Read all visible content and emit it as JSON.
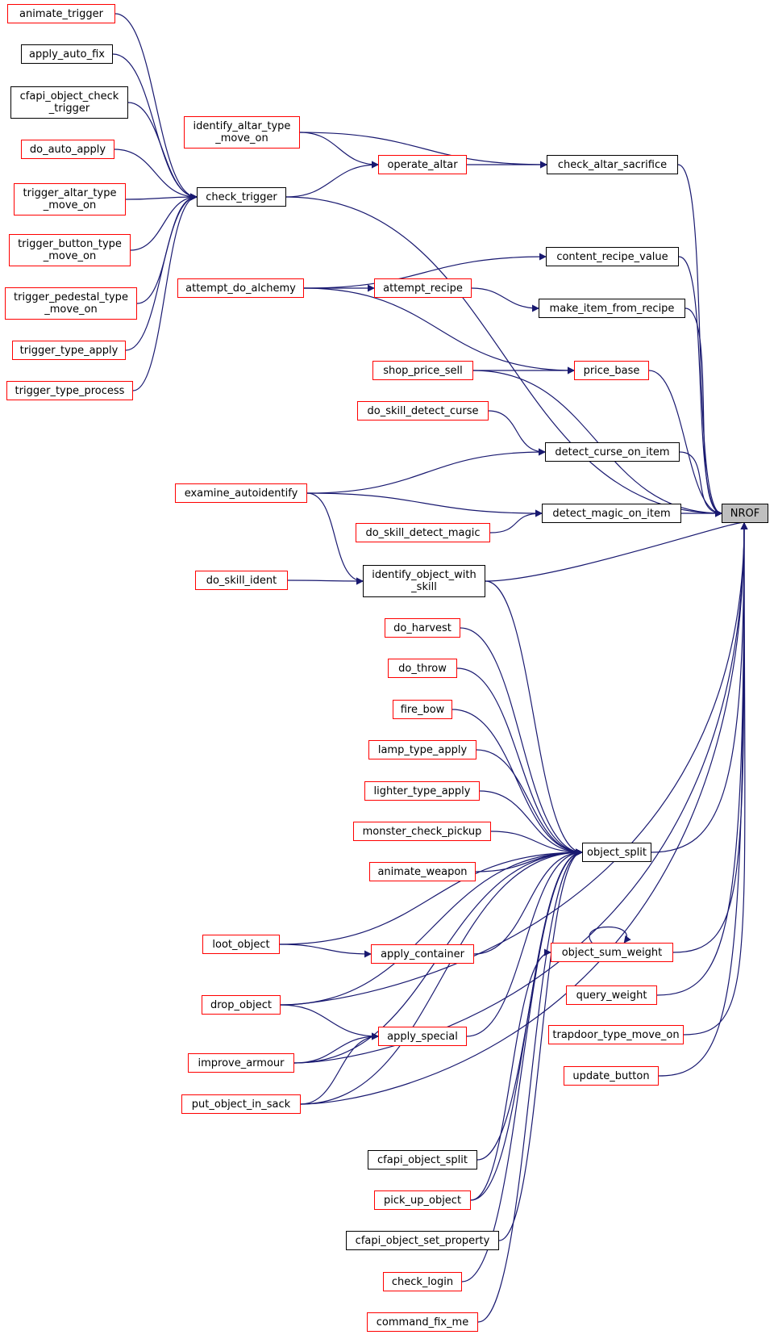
{
  "colors": {
    "edge": "#191970",
    "doc_node_border": "#ff0000",
    "plain_node_border": "#000000",
    "target_fill": "#bfbfbf"
  },
  "target": {
    "label": "NROF"
  },
  "nodes": {
    "animate_trigger": {
      "label": "animate_trigger",
      "documented": true
    },
    "apply_auto_fix": {
      "label": "apply_auto_fix",
      "documented": false
    },
    "cfapi_object_check_trigger": {
      "label": "cfapi_object_check\n_trigger",
      "documented": false
    },
    "do_auto_apply": {
      "label": "do_auto_apply",
      "documented": true
    },
    "trigger_altar_type_move_on": {
      "label": "trigger_altar_type\n_move_on",
      "documented": true
    },
    "trigger_button_type_move_on": {
      "label": "trigger_button_type\n_move_on",
      "documented": true
    },
    "trigger_pedestal_type_move_on": {
      "label": "trigger_pedestal_type\n_move_on",
      "documented": true
    },
    "trigger_type_apply": {
      "label": "trigger_type_apply",
      "documented": true
    },
    "trigger_type_process": {
      "label": "trigger_type_process",
      "documented": true
    },
    "identify_altar_type_move_on": {
      "label": "identify_altar_type\n_move_on",
      "documented": true
    },
    "operate_altar": {
      "label": "operate_altar",
      "documented": true
    },
    "check_trigger": {
      "label": "check_trigger",
      "documented": false
    },
    "check_altar_sacrifice": {
      "label": "check_altar_sacrifice",
      "documented": false
    },
    "content_recipe_value": {
      "label": "content_recipe_value",
      "documented": false
    },
    "attempt_do_alchemy": {
      "label": "attempt_do_alchemy",
      "documented": true
    },
    "attempt_recipe": {
      "label": "attempt_recipe",
      "documented": true
    },
    "make_item_from_recipe": {
      "label": "make_item_from_recipe",
      "documented": false
    },
    "shop_price_sell": {
      "label": "shop_price_sell",
      "documented": true
    },
    "price_base": {
      "label": "price_base",
      "documented": true
    },
    "do_skill_detect_curse": {
      "label": "do_skill_detect_curse",
      "documented": true
    },
    "detect_curse_on_item": {
      "label": "detect_curse_on_item",
      "documented": false
    },
    "examine_autoidentify": {
      "label": "examine_autoidentify",
      "documented": true
    },
    "detect_magic_on_item": {
      "label": "detect_magic_on_item",
      "documented": false
    },
    "do_skill_detect_magic": {
      "label": "do_skill_detect_magic",
      "documented": true
    },
    "do_skill_ident": {
      "label": "do_skill_ident",
      "documented": true
    },
    "identify_object_with_skill": {
      "label": "identify_object_with\n_skill",
      "documented": false
    },
    "do_harvest": {
      "label": "do_harvest",
      "documented": true
    },
    "do_throw": {
      "label": "do_throw",
      "documented": true
    },
    "fire_bow": {
      "label": "fire_bow",
      "documented": true
    },
    "lamp_type_apply": {
      "label": "lamp_type_apply",
      "documented": true
    },
    "lighter_type_apply": {
      "label": "lighter_type_apply",
      "documented": true
    },
    "monster_check_pickup": {
      "label": "monster_check_pickup",
      "documented": true
    },
    "animate_weapon": {
      "label": "animate_weapon",
      "documented": true
    },
    "object_split": {
      "label": "object_split",
      "documented": false
    },
    "loot_object": {
      "label": "loot_object",
      "documented": true
    },
    "apply_container": {
      "label": "apply_container",
      "documented": true
    },
    "object_sum_weight": {
      "label": "object_sum_weight",
      "documented": true
    },
    "drop_object": {
      "label": "drop_object",
      "documented": true
    },
    "query_weight": {
      "label": "query_weight",
      "documented": true
    },
    "apply_special": {
      "label": "apply_special",
      "documented": true
    },
    "trapdoor_type_move_on": {
      "label": "trapdoor_type_move_on",
      "documented": true
    },
    "improve_armour": {
      "label": "improve_armour",
      "documented": true
    },
    "update_button": {
      "label": "update_button",
      "documented": true
    },
    "put_object_in_sack": {
      "label": "put_object_in_sack",
      "documented": true
    },
    "cfapi_object_split": {
      "label": "cfapi_object_split",
      "documented": false
    },
    "pick_up_object": {
      "label": "pick_up_object",
      "documented": true
    },
    "cfapi_object_set_property": {
      "label": "cfapi_object_set_property",
      "documented": false
    },
    "check_login": {
      "label": "check_login",
      "documented": true
    },
    "command_fix_me": {
      "label": "command_fix_me",
      "documented": true
    }
  },
  "edges": [
    [
      "check_altar_sacrifice",
      "NROF"
    ],
    [
      "check_trigger",
      "NROF"
    ],
    [
      "content_recipe_value",
      "NROF"
    ],
    [
      "make_item_from_recipe",
      "NROF"
    ],
    [
      "price_base",
      "NROF"
    ],
    [
      "shop_price_sell",
      "NROF"
    ],
    [
      "detect_curse_on_item",
      "NROF"
    ],
    [
      "detect_magic_on_item",
      "NROF"
    ],
    [
      "identify_object_with_skill",
      "NROF"
    ],
    [
      "object_split",
      "NROF"
    ],
    [
      "object_sum_weight",
      "NROF"
    ],
    [
      "query_weight",
      "NROF"
    ],
    [
      "trapdoor_type_move_on",
      "NROF"
    ],
    [
      "update_button",
      "NROF"
    ],
    [
      "drop_object",
      "NROF"
    ],
    [
      "improve_armour",
      "NROF"
    ],
    [
      "put_object_in_sack",
      "NROF"
    ],
    [
      "animate_trigger",
      "check_trigger"
    ],
    [
      "apply_auto_fix",
      "check_trigger"
    ],
    [
      "cfapi_object_check_trigger",
      "check_trigger"
    ],
    [
      "do_auto_apply",
      "check_trigger"
    ],
    [
      "trigger_altar_type_move_on",
      "check_trigger"
    ],
    [
      "trigger_button_type_move_on",
      "check_trigger"
    ],
    [
      "trigger_pedestal_type_move_on",
      "check_trigger"
    ],
    [
      "trigger_type_apply",
      "check_trigger"
    ],
    [
      "trigger_type_process",
      "check_trigger"
    ],
    [
      "identify_altar_type_move_on",
      "operate_altar"
    ],
    [
      "check_trigger",
      "operate_altar"
    ],
    [
      "operate_altar",
      "check_altar_sacrifice"
    ],
    [
      "identify_altar_type_move_on",
      "check_altar_sacrifice"
    ],
    [
      "attempt_do_alchemy",
      "content_recipe_value"
    ],
    [
      "attempt_do_alchemy",
      "attempt_recipe"
    ],
    [
      "attempt_recipe",
      "make_item_from_recipe"
    ],
    [
      "attempt_do_alchemy",
      "price_base"
    ],
    [
      "shop_price_sell",
      "price_base"
    ],
    [
      "do_skill_detect_curse",
      "detect_curse_on_item"
    ],
    [
      "examine_autoidentify",
      "detect_curse_on_item"
    ],
    [
      "examine_autoidentify",
      "detect_magic_on_item"
    ],
    [
      "do_skill_detect_magic",
      "detect_magic_on_item"
    ],
    [
      "examine_autoidentify",
      "identify_object_with_skill"
    ],
    [
      "do_skill_ident",
      "identify_object_with_skill"
    ],
    [
      "identify_object_with_skill",
      "object_split"
    ],
    [
      "do_harvest",
      "object_split"
    ],
    [
      "do_throw",
      "object_split"
    ],
    [
      "fire_bow",
      "object_split"
    ],
    [
      "lamp_type_apply",
      "object_split"
    ],
    [
      "lighter_type_apply",
      "object_split"
    ],
    [
      "monster_check_pickup",
      "object_split"
    ],
    [
      "animate_weapon",
      "object_split"
    ],
    [
      "loot_object",
      "object_split"
    ],
    [
      "apply_container",
      "object_split"
    ],
    [
      "drop_object",
      "object_split"
    ],
    [
      "apply_special",
      "object_split"
    ],
    [
      "improve_armour",
      "object_split"
    ],
    [
      "put_object_in_sack",
      "object_split"
    ],
    [
      "cfapi_object_split",
      "object_split"
    ],
    [
      "pick_up_object",
      "object_split"
    ],
    [
      "cfapi_object_set_property",
      "object_split"
    ],
    [
      "check_login",
      "object_split"
    ],
    [
      "command_fix_me",
      "object_split"
    ],
    [
      "loot_object",
      "apply_container"
    ],
    [
      "drop_object",
      "apply_special"
    ],
    [
      "improve_armour",
      "apply_special"
    ],
    [
      "put_object_in_sack",
      "apply_special"
    ],
    [
      "object_sum_weight",
      "object_sum_weight"
    ],
    [
      "pick_up_object",
      "object_sum_weight"
    ]
  ]
}
